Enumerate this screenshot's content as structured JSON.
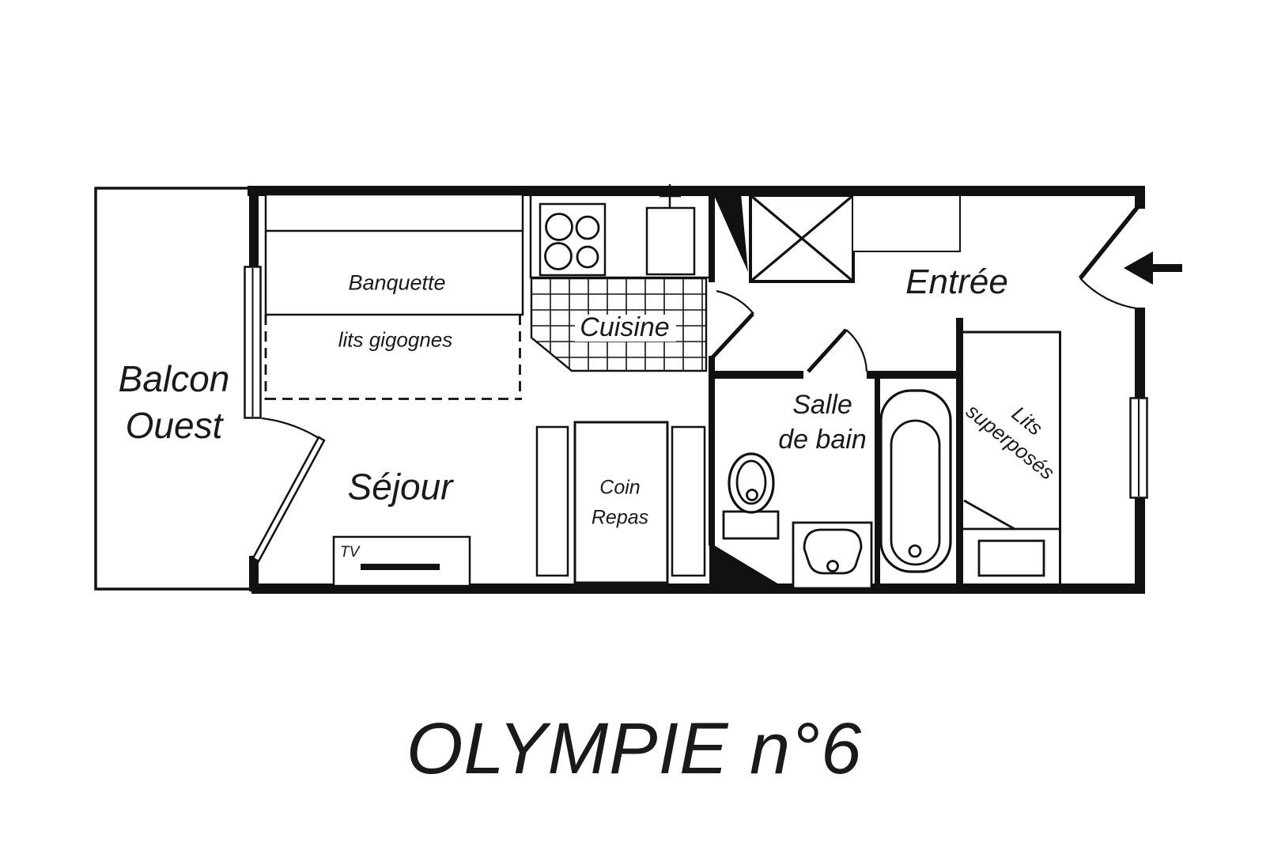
{
  "title": {
    "text": "OLYMPIE n°6"
  },
  "colors": {
    "ink": "#111111",
    "text": "#1a1a1a",
    "background": "#ffffff"
  },
  "labels": {
    "balcony": "Balcon\nOuest",
    "banquette": "Banquette",
    "trundle_beds": "lits gigognes",
    "kitchen": "Cuisine",
    "living_room": "Séjour",
    "dining_nook": "Coin\nRepas",
    "tv": "TV",
    "bathroom": "Salle\nde bain",
    "entrance": "Entrée",
    "bunk_beds": "Lits\nsuperposés"
  }
}
